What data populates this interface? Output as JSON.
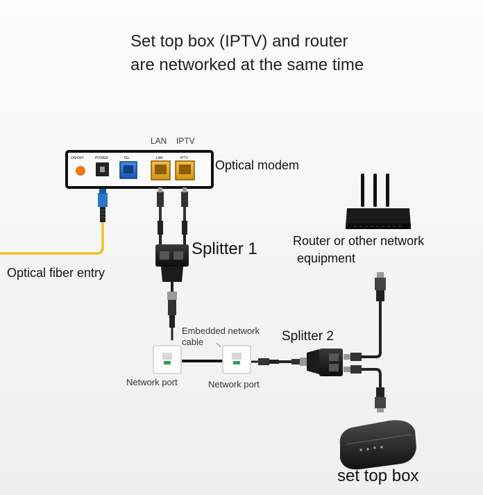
{
  "title": {
    "line1": "Set top box (IPTV) and router",
    "line2": "are networked at the same time"
  },
  "modem": {
    "label": "Optical modem",
    "top_port_labels": {
      "lan": "LAN",
      "iptv": "IPTV"
    },
    "panel_labels": {
      "onoff": "ON/OFF",
      "power": "POWER",
      "tel": "TEL",
      "lan": "LAN",
      "iptv": "IPTV"
    }
  },
  "labels": {
    "splitter1": "Splitter 1",
    "splitter2": "Splitter 2",
    "fiber": "Optical fiber entry",
    "router_line1": "Router or other network",
    "router_line2": "equipment",
    "embedded_line1": "Embedded network",
    "embedded_line2": "cable",
    "network_port_left": "Network port",
    "network_port_right": "Network port",
    "set_top_box": "set top box"
  },
  "colors": {
    "fiber": "#f2c21b",
    "fiber_connector": "#2a78c8",
    "lan_port": "#e8a81e",
    "tel_port": "#1f6fd1",
    "power_button": "#f07a1a",
    "splitter": "#1b1b1b",
    "cable": "#222222"
  }
}
